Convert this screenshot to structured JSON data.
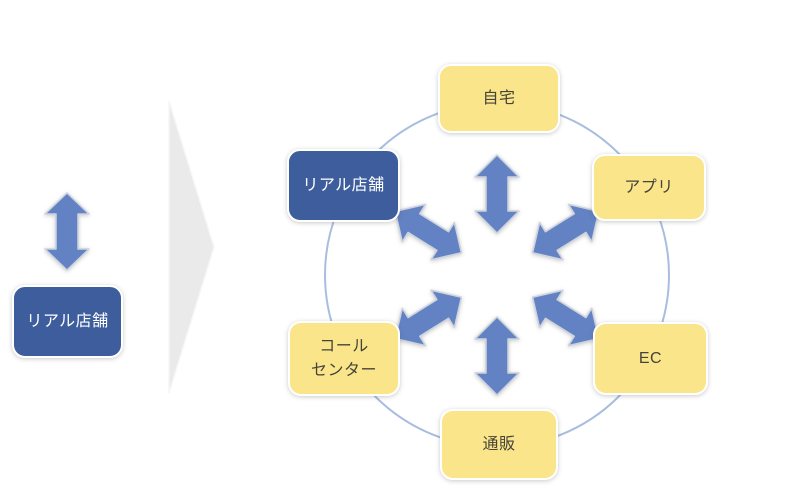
{
  "diagram": {
    "description_labels": [],
    "colors": {
      "box_blue": "#3e5d9d",
      "box_yellow": "#fae58a",
      "arrow_blue": "#6282c3",
      "arrow_outline": "#ccd3de",
      "connector_line": "#a9bddf",
      "transition_gray": "#eaeaea",
      "text_dark": "#45443a",
      "text_light": "#ffffff"
    }
  },
  "left_panel": {
    "store": {
      "label": "リアル店舗"
    },
    "arrow_icon": "double-arrow-vertical"
  },
  "transition": {
    "icon": "right-pointing-triangle"
  },
  "network": {
    "connector": "circle",
    "center_icon": "six-way-double-arrows",
    "nodes": [
      {
        "id": "home",
        "label": "自宅"
      },
      {
        "id": "app",
        "label": "アプリ"
      },
      {
        "id": "ec",
        "label": "EC"
      },
      {
        "id": "mail-order",
        "label": "通販"
      },
      {
        "id": "call-center",
        "label": "コール\nセンター"
      },
      {
        "id": "real-store",
        "label": "リアル店舗"
      }
    ]
  }
}
